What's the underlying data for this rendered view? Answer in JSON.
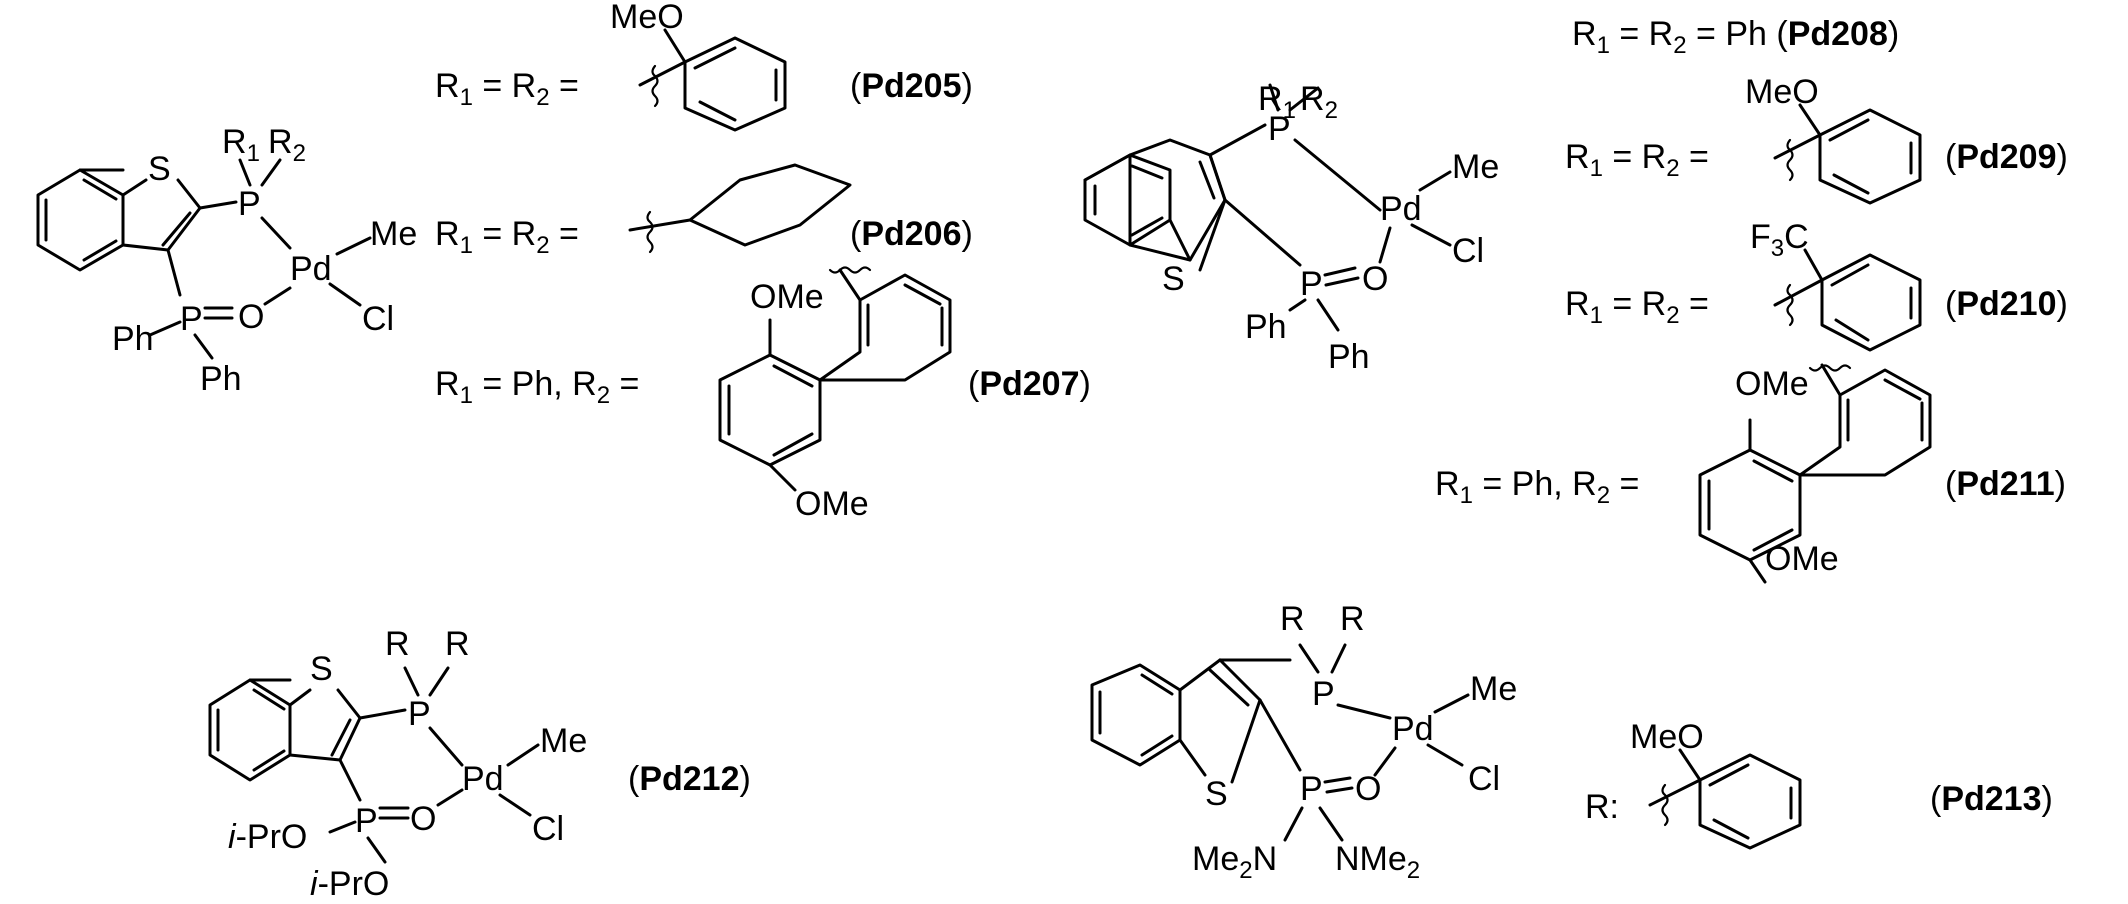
{
  "atoms": {
    "S": "S",
    "P": "P",
    "Pd": "Pd",
    "O": "O",
    "Me": "Me",
    "Cl": "Cl",
    "Ph": "Ph",
    "R": "R",
    "R1": "R",
    "R2": "R",
    "sub1": "1",
    "sub2": "2",
    "sub3": "3",
    "MeO": "MeO",
    "OMe": "OMe",
    "OMe_attached": "OMe",
    "F3C_F": "F",
    "F3C_C": "C",
    "iPr_i": "i",
    "iPr_rest": "-PrO",
    "Me2N_Me": "Me",
    "Me2N_N": "N",
    "NMe2_N": "NMe"
  },
  "text": {
    "eq_R1R2": "R1 = R2 =",
    "eq_R1Ph_R2": "R1 = Ph, R2 =",
    "eq_R1R2_Ph": "R1 = R2 = Ph",
    "R_colon": "R:",
    "equals": " = ",
    "comma": ", ",
    "paren_open": "(",
    "paren_close": ")"
  },
  "compounds": {
    "pd205": "Pd205",
    "pd206": "Pd206",
    "pd207": "Pd207",
    "pd208": "Pd208",
    "pd209": "Pd209",
    "pd210": "Pd210",
    "pd211": "Pd211",
    "pd212": "Pd212",
    "pd213": "Pd213"
  }
}
